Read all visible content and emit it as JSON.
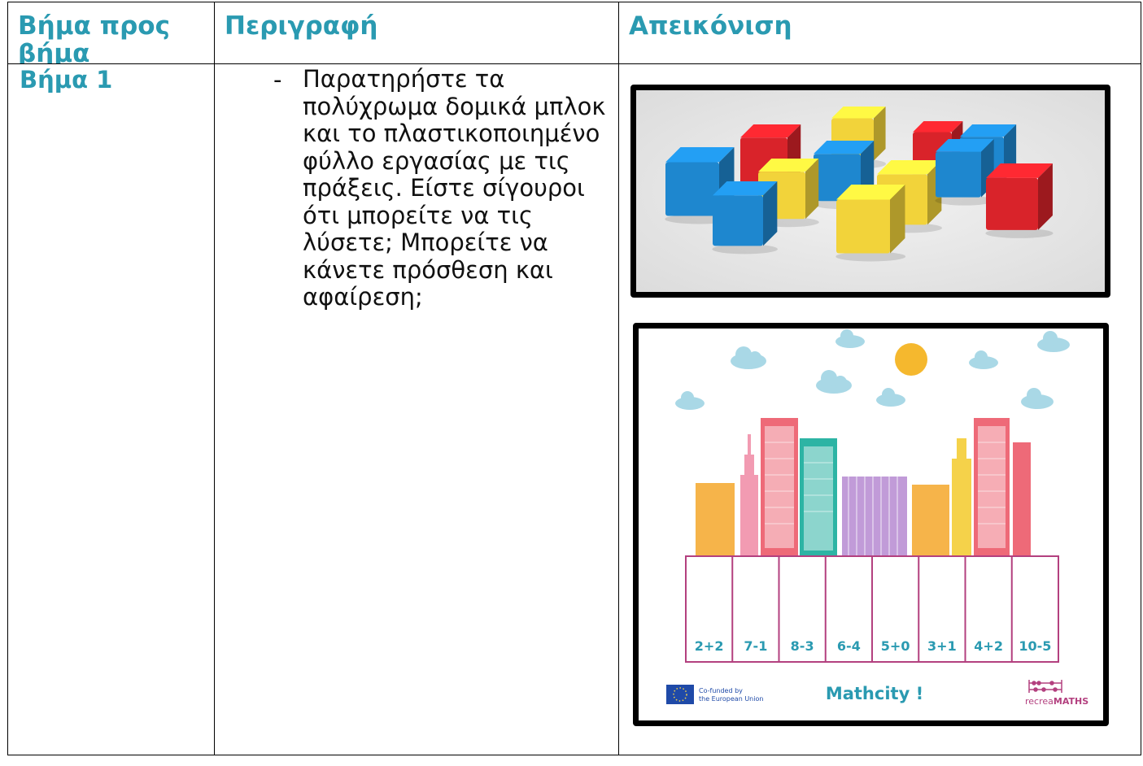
{
  "headers": {
    "step": "Βήμα προς βήμα",
    "description": "Περιγραφή",
    "illustration": "Απεικόνιση"
  },
  "row": {
    "step_label": "Βήμα 1",
    "bullet": "-",
    "description": "Παρατηρήστε τα πολύχρωμα δομικά μπλοκ και το πλαστικοποιημένο φύλλο εργασίας με τις πράξεις. Είστε σίγουροι ότι μπορείτε να τις λύσετε; Μπορείτε να κάνετε πρόσθεση και αφαίρεση;"
  },
  "worksheet": {
    "title": "Mathcity !",
    "sums": [
      "2+2",
      "7-1",
      "8-3",
      "6-4",
      "5+0",
      "3+1",
      "4+2",
      "10-5"
    ],
    "eu_text_1": "Co-funded by",
    "eu_text_2": "the European Union",
    "brand_prefix": "recrea",
    "brand_suffix": "MATHS"
  },
  "colors": {
    "accent": "#2a9ab1",
    "block_blue": "#1e87cf",
    "block_red": "#d9232a",
    "block_yellow": "#f2d33a"
  }
}
